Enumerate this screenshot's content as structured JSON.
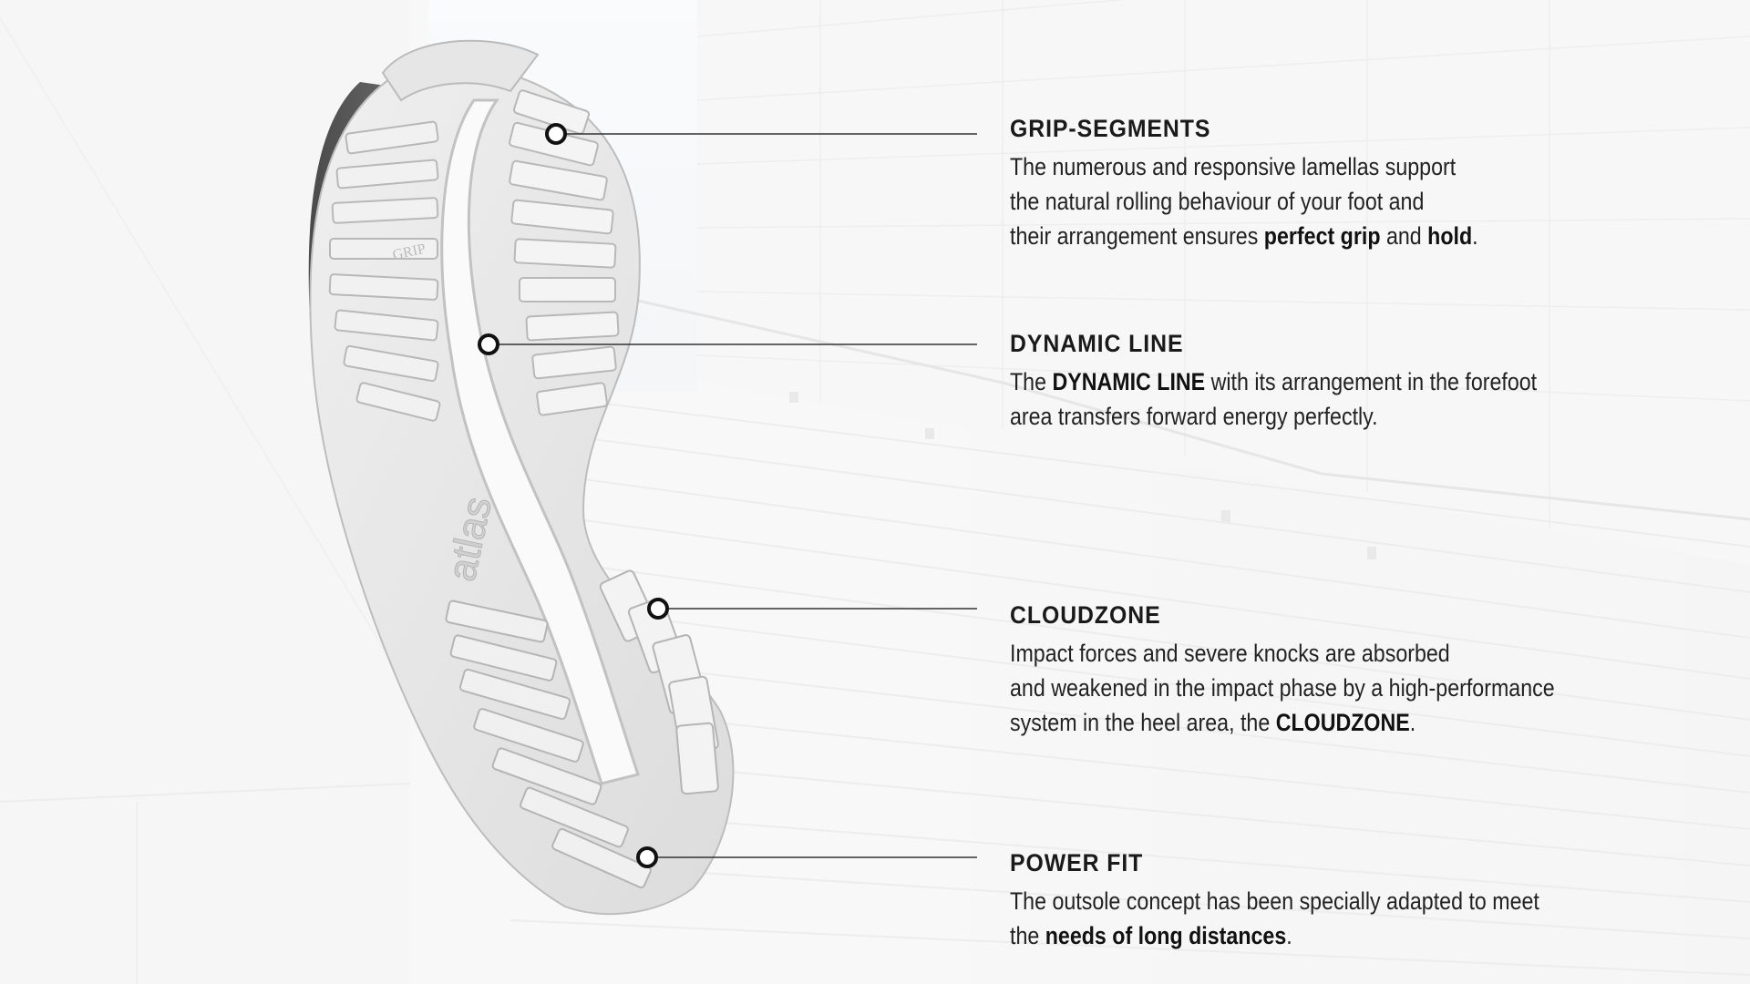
{
  "callouts": [
    {
      "title": "GRIP-SEGMENTS",
      "lines": [
        [
          {
            "t": "The numerous and responsive lamellas support",
            "b": false
          }
        ],
        [
          {
            "t": "the natural rolling behaviour of your foot and",
            "b": false
          }
        ],
        [
          {
            "t": "their arrangement ensures ",
            "b": false
          },
          {
            "t": "perfect grip",
            "b": true
          },
          {
            "t": " and ",
            "b": false
          },
          {
            "t": "hold",
            "b": true
          },
          {
            "t": ".",
            "b": false
          }
        ]
      ]
    },
    {
      "title": "DYNAMIC LINE",
      "lines": [
        [
          {
            "t": "The ",
            "b": false
          },
          {
            "t": "DYNAMIC LINE",
            "b": true
          },
          {
            "t": " with its arrangement in the forefoot",
            "b": false
          }
        ],
        [
          {
            "t": "area transfers forward energy perfectly.",
            "b": false
          }
        ]
      ]
    },
    {
      "title": "CLOUDZONE",
      "lines": [
        [
          {
            "t": "Impact forces and severe knocks are absorbed",
            "b": false
          }
        ],
        [
          {
            "t": "and weakened in the impact phase by a high-performance",
            "b": false
          }
        ],
        [
          {
            "t": "system in the heel area, the ",
            "b": false
          },
          {
            "t": "CLOUDZONE",
            "b": true
          },
          {
            "t": ".",
            "b": false
          }
        ]
      ]
    },
    {
      "title": "POWER FIT",
      "lines": [
        [
          {
            "t": "The outsole concept has been specially adapted to meet",
            "b": false
          }
        ],
        [
          {
            "t": "the ",
            "b": false
          },
          {
            "t": "needs of long distances",
            "b": true
          },
          {
            "t": ".",
            "b": false
          }
        ]
      ]
    }
  ],
  "sole_logo_text": "atlas",
  "sole_grip_text": "GRIP",
  "colors": {
    "background": "#f7f7f7",
    "sole_light": "#e9e9e9",
    "sole_mid": "#c8c8c8",
    "sole_dark": "#5a5a5a",
    "line": "#333333",
    "text": "#1c1c1c"
  }
}
